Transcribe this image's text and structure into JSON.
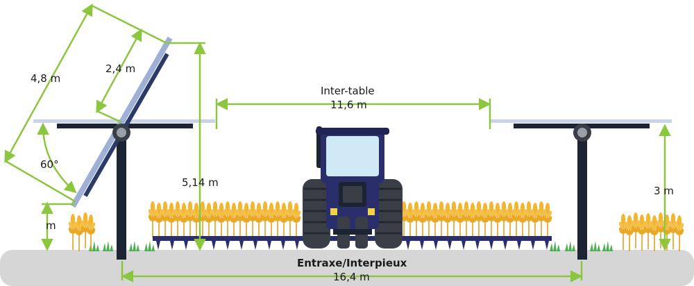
{
  "dimensions": {
    "panel_length": "4,8 m",
    "panel_half_length": "2,4 m",
    "tilt_angle": "60°",
    "ground_clearance_tilted": "m",
    "tracker_height": "5,14 m",
    "inter_table_title": "Inter-table",
    "inter_table_value": "11,6 m",
    "panel_height_flat": "3 m",
    "entraxe_title": "Entraxe/Interpieux",
    "entraxe_value": "16,4 m"
  },
  "colors": {
    "dimension_line": "#8cc63f",
    "ground": "#d6d6d6",
    "panel": "#2b3a66",
    "post": "#1c2333",
    "tractor": "#2a2f6b",
    "wheat": "#f0b429",
    "grass": "#4caf50"
  },
  "icons": {
    "tractor": "tractor-icon",
    "wheat": "wheat-icon",
    "tracker": "solar-tracker-icon"
  }
}
